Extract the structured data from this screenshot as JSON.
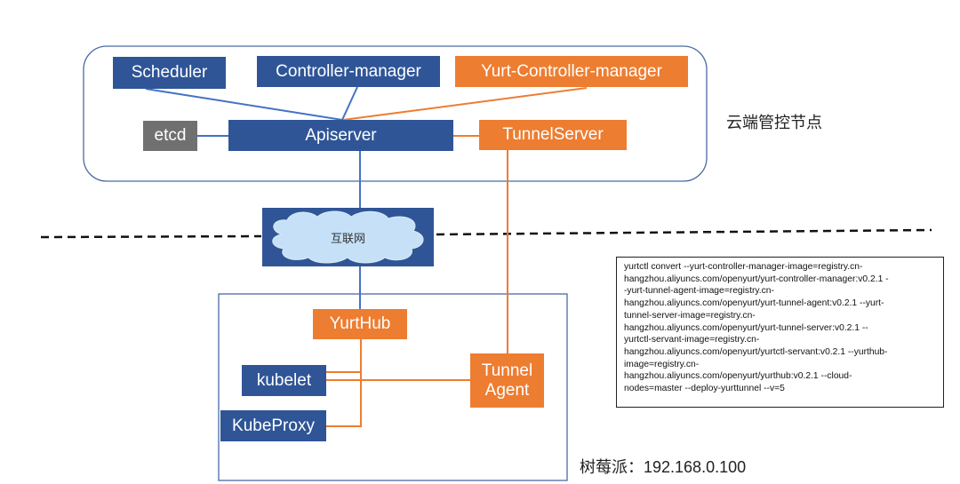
{
  "cloud_node": {
    "label": "云端管控节点",
    "components": {
      "scheduler": "Scheduler",
      "controller_manager": "Controller-manager",
      "yurt_controller_manager": "Yurt-Controller-manager",
      "etcd": "etcd",
      "apiserver": "Apiserver",
      "tunnel_server": "TunnelServer"
    }
  },
  "internet": {
    "label": "互联网"
  },
  "edge_node": {
    "label": "树莓派：192.168.0.100",
    "components": {
      "yurthub": "YurtHub",
      "kubelet": "kubelet",
      "kubeproxy": "KubeProxy",
      "tunnel_agent": "Tunnel\nAgent"
    }
  },
  "command": {
    "text": "yurtctl convert --yurt-controller-manager-image=registry.cn-\nhangzhou.aliyuncs.com/openyurt/yurt-controller-manager:v0.2.1 -\n-yurt-tunnel-agent-image=registry.cn-\nhangzhou.aliyuncs.com/openyurt/yurt-tunnel-agent:v0.2.1 --yurt-\ntunnel-server-image=registry.cn-\nhangzhou.aliyuncs.com/openyurt/yurt-tunnel-server:v0.2.1 --\nyurtctl-servant-image=registry.cn-\nhangzhou.aliyuncs.com/openyurt/yurtctl-servant:v0.2.1 --yurthub-\nimage=registry.cn-\nhangzhou.aliyuncs.com/openyurt/yurthub:v0.2.1 --cloud-\nnodes=master --deploy-yurttunnel --v=5"
  },
  "colors": {
    "kube_component": "#2f5597",
    "yurt_component": "#ed7d31",
    "storage": "#707070",
    "kube_link": "#4472c4",
    "yurt_link": "#ed7d31",
    "cloud_fill": "#c5e0f7"
  }
}
